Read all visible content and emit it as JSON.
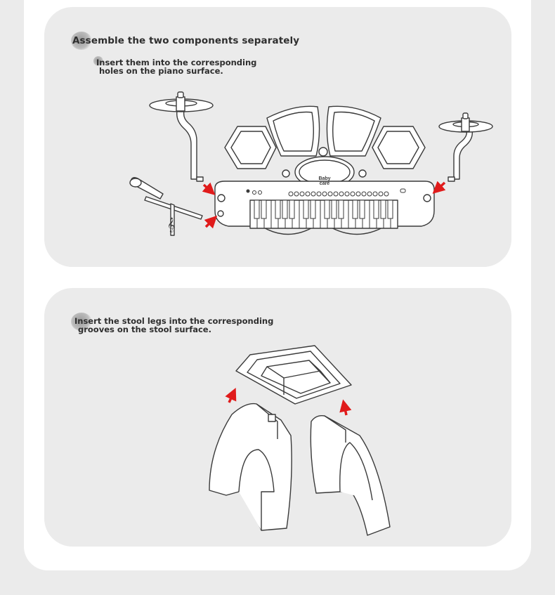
{
  "step1": {
    "title": "Assemble the two components separately",
    "line1": "Insert them into the corresponding",
    "line2": "holes on the piano surface."
  },
  "step2": {
    "line1": "Insert the stool legs into the corresponding",
    "line2": "grooves on the stool surface."
  },
  "piano_logo": {
    "line1": "Baby",
    "line2": "care"
  },
  "colors": {
    "arrow": "#e01b1b",
    "line": "#3a3a3a",
    "panel": "#ebebeb",
    "card": "#ffffff"
  },
  "icons": [
    "arrow-icon",
    "treble-clef-icon"
  ]
}
